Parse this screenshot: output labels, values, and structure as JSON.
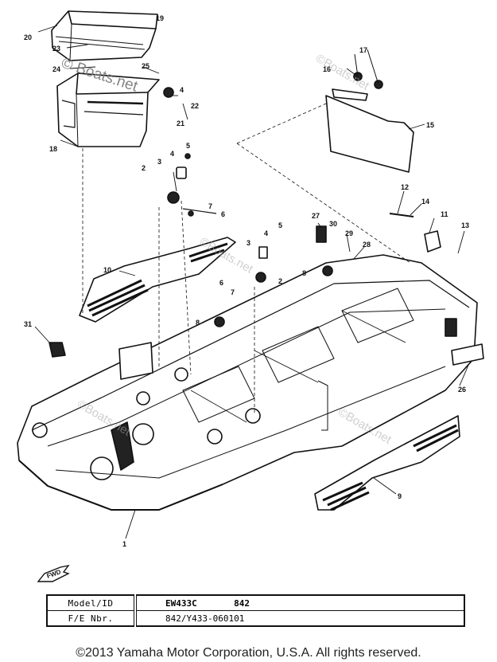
{
  "watermarks": [
    "© Boats.net",
    "©Boats.net"
  ],
  "callouts": [
    {
      "id": "20",
      "label": "20"
    },
    {
      "id": "19",
      "label": "19"
    },
    {
      "id": "23",
      "label": "23"
    },
    {
      "id": "24",
      "label": "24"
    },
    {
      "id": "25",
      "label": "25"
    },
    {
      "id": "18",
      "label": "18"
    },
    {
      "id": "4a",
      "label": "4"
    },
    {
      "id": "22",
      "label": "22"
    },
    {
      "id": "21",
      "label": "21"
    },
    {
      "id": "17",
      "label": "17"
    },
    {
      "id": "16",
      "label": "16"
    },
    {
      "id": "15",
      "label": "15"
    },
    {
      "id": "5a",
      "label": "5"
    },
    {
      "id": "4b",
      "label": "4"
    },
    {
      "id": "3a",
      "label": "3"
    },
    {
      "id": "2a",
      "label": "2"
    },
    {
      "id": "7a",
      "label": "7"
    },
    {
      "id": "6a",
      "label": "6"
    },
    {
      "id": "12",
      "label": "12"
    },
    {
      "id": "14",
      "label": "14"
    },
    {
      "id": "11",
      "label": "11"
    },
    {
      "id": "13",
      "label": "13"
    },
    {
      "id": "27",
      "label": "27"
    },
    {
      "id": "30",
      "label": "30"
    },
    {
      "id": "29",
      "label": "29"
    },
    {
      "id": "28",
      "label": "28"
    },
    {
      "id": "3b",
      "label": "3"
    },
    {
      "id": "4c",
      "label": "4"
    },
    {
      "id": "5b",
      "label": "5"
    },
    {
      "id": "10",
      "label": "10"
    },
    {
      "id": "6b",
      "label": "6"
    },
    {
      "id": "7b",
      "label": "7"
    },
    {
      "id": "2b",
      "label": "2"
    },
    {
      "id": "8a",
      "label": "8"
    },
    {
      "id": "8b",
      "label": "8"
    },
    {
      "id": "31",
      "label": "31"
    },
    {
      "id": "26",
      "label": "26"
    },
    {
      "id": "9",
      "label": "9"
    },
    {
      "id": "1",
      "label": "1"
    }
  ],
  "direction_label": "FWD",
  "table": {
    "rows": [
      {
        "label": "Model/ID",
        "value": "EW433C       842"
      },
      {
        "label": "F/E Nbr.",
        "value": "842/Y433-060101"
      }
    ]
  },
  "copyright": "©2013 Yamaha Motor Corporation, U.S.A. All rights reserved."
}
